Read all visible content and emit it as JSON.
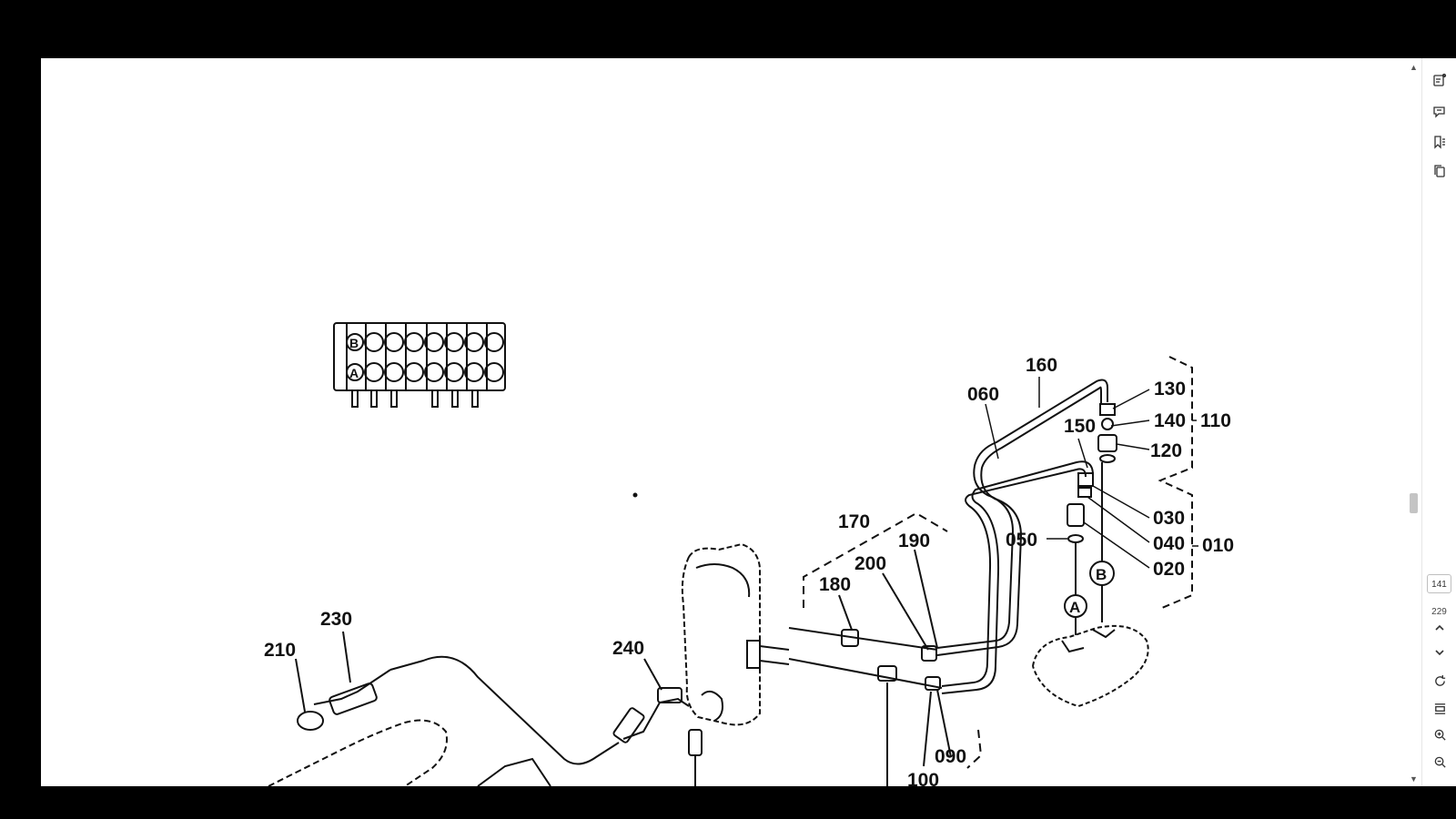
{
  "viewer": {
    "current_page": "141",
    "total_pages": "229"
  },
  "sidebar_tools": [
    {
      "name": "properties-icon"
    },
    {
      "name": "comments-icon"
    },
    {
      "name": "bookmarks-icon"
    },
    {
      "name": "pages-icon"
    }
  ],
  "nav_tools": [
    {
      "name": "previous-page-icon"
    },
    {
      "name": "next-page-icon"
    },
    {
      "name": "rotate-icon"
    },
    {
      "name": "fit-width-icon"
    },
    {
      "name": "zoom-in-icon"
    },
    {
      "name": "zoom-out-icon"
    }
  ],
  "diagram": {
    "part_labels": {
      "p160": "160",
      "p060": "060",
      "p130": "130",
      "p150": "150",
      "p140": "140",
      "p110": "110",
      "p120": "120",
      "p170": "170",
      "p190": "190",
      "p200": "200",
      "p050": "050",
      "p030": "030",
      "p040": "040",
      "p010": "010",
      "p020": "020",
      "p180": "180",
      "p230": "230",
      "p210": "210",
      "p240": "240",
      "p090": "090",
      "p100": "100"
    },
    "port_markers": {
      "a": "A",
      "b": "B"
    },
    "valve_row_markers": {
      "b": "B",
      "a": "A"
    }
  }
}
